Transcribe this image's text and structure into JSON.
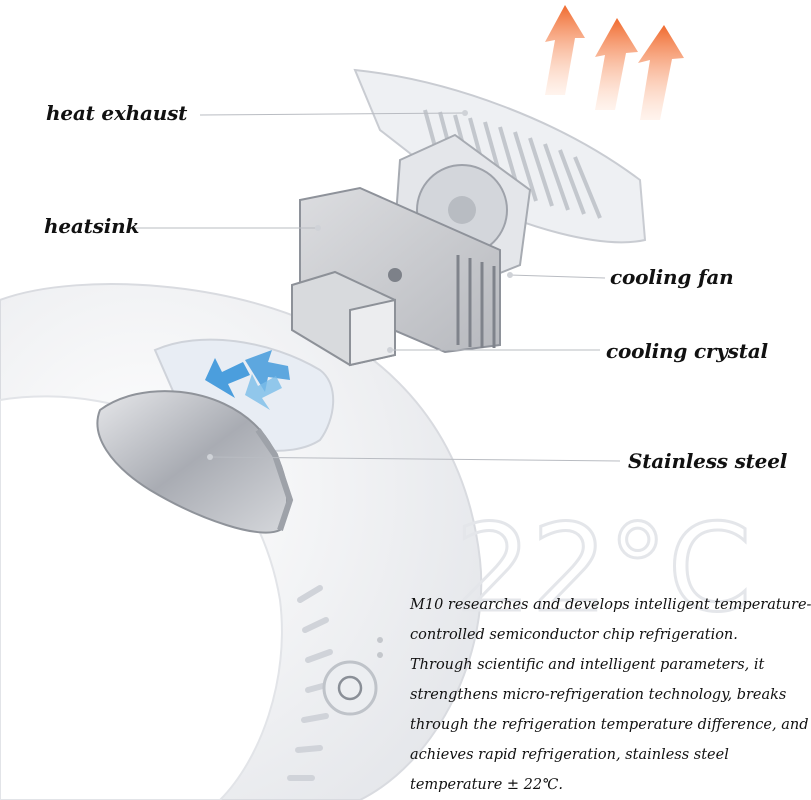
{
  "labels": {
    "heat_exhaust": "heat exhaust",
    "heatsink": "heatsink",
    "cooling_fan": "cooling fan",
    "cooling_crystal": "cooling crystal",
    "stainless_steel": "Stainless steel"
  },
  "watermark": "22°C",
  "description": [
    "M10 researches and develops intelligent temperature-",
    "controlled semiconductor chip refrigeration.",
    "Through scientific and intelligent parameters, it",
    "strengthens micro-refrigeration technology, breaks",
    "through the refrigeration temperature difference, and",
    "achieves rapid refrigeration, stainless steel",
    "temperature ± 22℃."
  ],
  "colors": {
    "heat_arrow": "#f06a2e",
    "cool_arrow": "#2f8fd8",
    "body": "#f2f3f6",
    "metal": "#b9bcc2"
  }
}
